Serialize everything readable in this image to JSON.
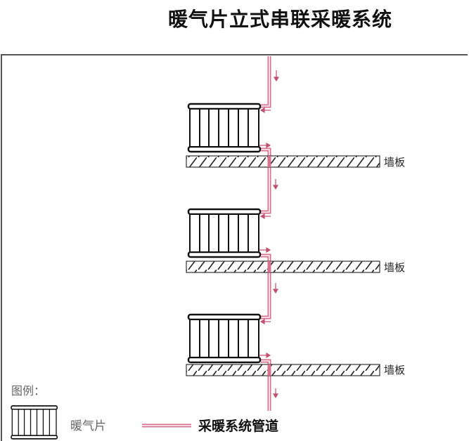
{
  "title": "暖气片立式串联采暖系统",
  "wall_label": "墙板",
  "floors": [
    {
      "wall_label": "墙板"
    },
    {
      "wall_label": "墙板"
    },
    {
      "wall_label": "墙板"
    }
  ],
  "legend": {
    "title": "图例：",
    "radiator_label": "暖气片",
    "pipe_label": "采暖系统管道"
  },
  "colors": {
    "pipe": "#d9708f",
    "outline": "#111111"
  }
}
